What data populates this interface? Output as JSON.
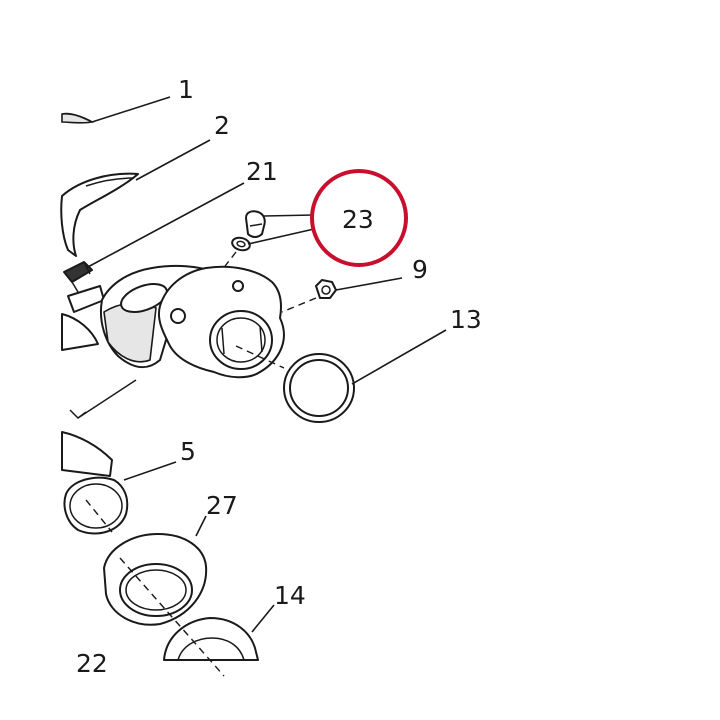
{
  "callouts": [
    {
      "id": "c1",
      "label": "1"
    },
    {
      "id": "c2",
      "label": "2"
    },
    {
      "id": "c21",
      "label": "21"
    },
    {
      "id": "c23",
      "label": "23"
    },
    {
      "id": "c9",
      "label": "9"
    },
    {
      "id": "c13",
      "label": "13"
    },
    {
      "id": "c5",
      "label": "5"
    },
    {
      "id": "c27",
      "label": "27"
    },
    {
      "id": "c14",
      "label": "14"
    },
    {
      "id": "c22",
      "label": "22"
    }
  ],
  "highlight": {
    "target": "23",
    "color": "#c8102e"
  },
  "line_color": "#1a1a1a"
}
